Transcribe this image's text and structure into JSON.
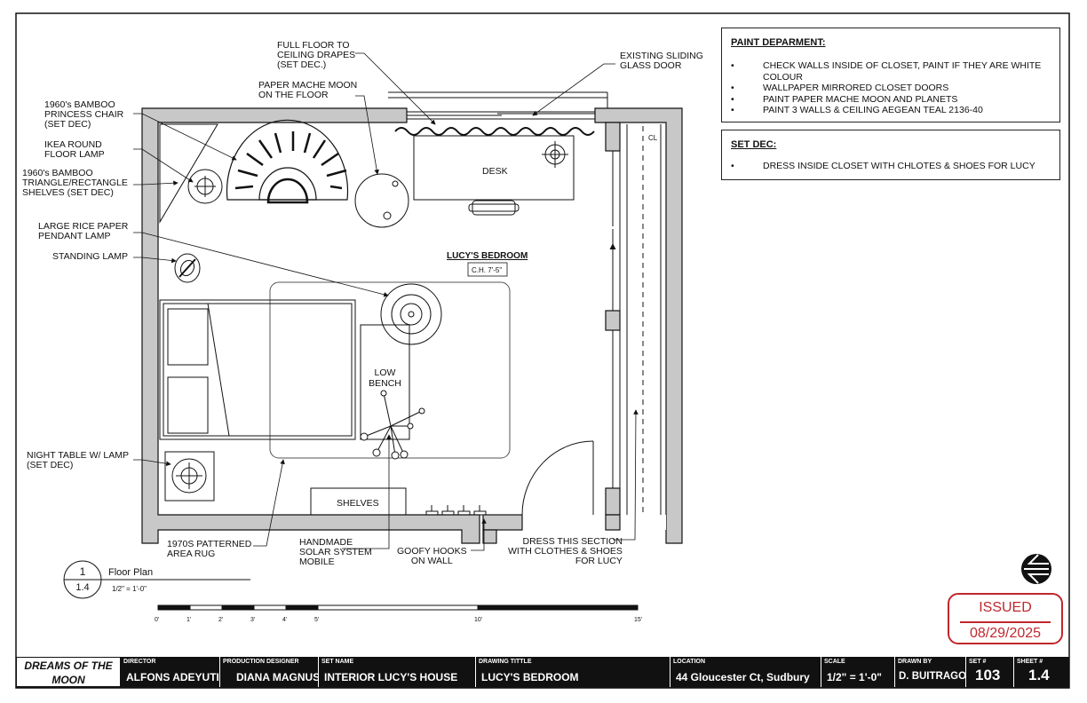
{
  "room": {
    "name": "LUCY'S BEDROOM",
    "ceiling_height": "C.H. 7'-5\""
  },
  "furniture": {
    "desk": "DESK",
    "low_bench": "LOW BENCH",
    "shelves": "SHELVES",
    "closet_tag": "CL"
  },
  "callouts": {
    "drapes": [
      "FULL FLOOR TO",
      "CEILING DRAPES",
      "(SET DEC.)"
    ],
    "sliding_door": [
      "EXISTING SLIDING",
      "GLASS DOOR"
    ],
    "moon": [
      "PAPER MACHE MOON",
      "ON THE FLOOR"
    ],
    "bamboo_chair": [
      "1960's BAMBOO",
      "PRINCESS CHAIR",
      "(SET DEC)"
    ],
    "floor_lamp": [
      "IKEA ROUND",
      "FLOOR LAMP"
    ],
    "shelves_bamboo": [
      "1960's BAMBOO",
      "TRIANGLE/RECTANGLE",
      "SHELVES (SET DEC)"
    ],
    "pendant": [
      "LARGE RICE PAPER",
      "PENDANT LAMP"
    ],
    "standing_lamp": [
      "STANDING LAMP"
    ],
    "night_table": [
      "NIGHT TABLE W/ LAMP",
      "(SET DEC)"
    ],
    "rug": [
      "1970s PATTERNED",
      "AREA RUG"
    ],
    "mobile": [
      "HANDMADE",
      "SOLAR SYSTEM",
      "MOBILE"
    ],
    "hooks": [
      "GOOFY HOOKS",
      "ON WALL"
    ],
    "closet": [
      "DRESS THIS SECTION",
      "WITH CLOTHES & SHOES",
      "FOR LUCY"
    ]
  },
  "notes": {
    "paint": {
      "title": "PAINT DEPARMENT:",
      "items": [
        "CHECK WALLS INSIDE OF CLOSET, PAINT IF THEY ARE WHITE COLOUR",
        "WALLPAPER MIRRORED CLOSET DOORS",
        "PAINT PAPER MACHE MOON AND PLANETS",
        "PAINT 3 WALLS & CEILING AEGEAN TEAL 2136-40"
      ]
    },
    "set_dec": {
      "title": "SET DEC:",
      "items": [
        "DRESS INSIDE CLOSET WITH CHLOTES & SHOES FOR LUCY"
      ]
    },
    "bullet": "•"
  },
  "view": {
    "number": "1",
    "sheet": "1.4",
    "title": "Floor Plan",
    "scale": "1/2\" = 1'-0\""
  },
  "scale_bar": {
    "ticks": [
      "0'",
      "1'",
      "2'",
      "3'",
      "4'",
      "5'",
      "10'",
      "15'"
    ],
    "values_ft": [
      0,
      1,
      2,
      3,
      4,
      5,
      10,
      15
    ]
  },
  "stamp": {
    "status": "ISSUED",
    "date": "08/29/2025",
    "color": "#c0272d"
  },
  "title_block": {
    "project": [
      "DREAMS OF THE",
      "MOON"
    ],
    "director": {
      "label": "DIRECTOR",
      "value": "ALFONS ADEYUTI"
    },
    "designer": {
      "label": "PRODUCTION DESIGNER",
      "value": "DIANA MAGNUS"
    },
    "set_name": {
      "label": "SET NAME",
      "value": "INTERIOR LUCY'S HOUSE"
    },
    "drawing_title": {
      "label": "DRAWING TITTLE",
      "value": "LUCY'S BEDROOM"
    },
    "location": {
      "label": "LOCATION",
      "value": "44 Gloucester Ct, Sudbury"
    },
    "scale": {
      "label": "SCALE",
      "value": "1/2\" = 1'-0\""
    },
    "drawn_by": {
      "label": "DRAWN BY",
      "value": "D. BUITRAGO"
    },
    "set_no": {
      "label": "SET #",
      "value": "103"
    },
    "sheet_no": {
      "label": "SHEET #",
      "value": "1.4"
    }
  },
  "icons": [
    "north-arrow-icon"
  ]
}
